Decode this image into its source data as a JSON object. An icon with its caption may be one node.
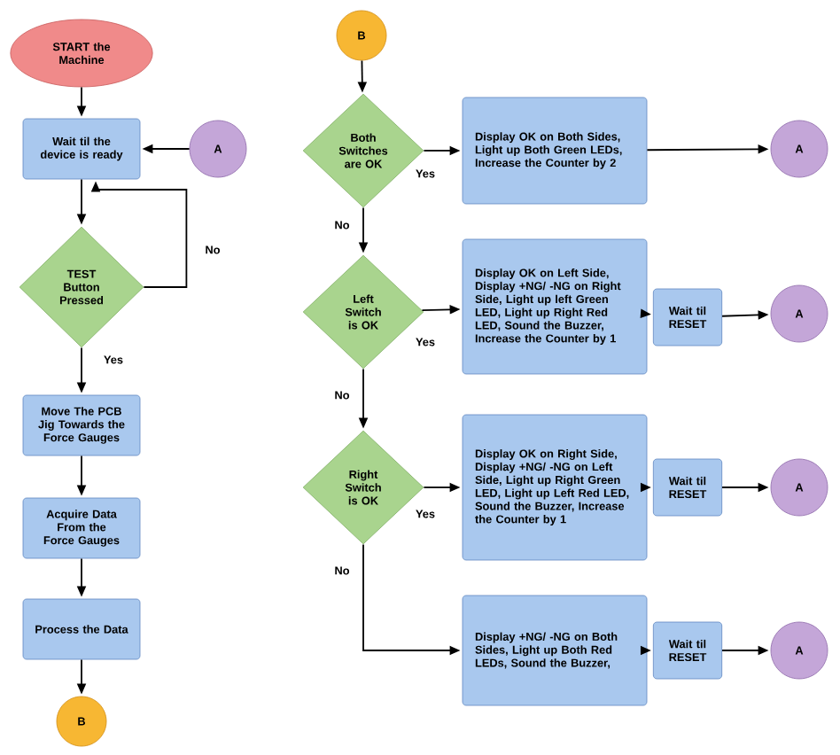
{
  "diagram": {
    "nodes": [
      {
        "text": [
          "START the Machine"
        ]
      },
      {
        "text": [
          "Wait til the device is ready"
        ]
      },
      {
        "text": [
          "A"
        ]
      },
      {
        "text": [
          "TEST Button Pressed"
        ]
      },
      {
        "text": [
          "Move The PCB Jig Towards the Force Gauges"
        ]
      },
      {
        "text": [
          "Acquire Data From the Force Gauges"
        ]
      },
      {
        "text": [
          "Process the Data"
        ]
      },
      {
        "text": [
          "B"
        ]
      },
      {
        "text": [
          "B"
        ]
      },
      {
        "text": [
          "Both Switches are OK"
        ]
      },
      {
        "text": [
          "Display OK on Both Sides, Light up Both Green LEDs, Increase the Counter by 2"
        ]
      },
      {
        "text": [
          "A"
        ]
      },
      {
        "text": [
          "Left Switch is OK"
        ]
      },
      {
        "text": [
          "Display OK on Left Side, Display +NG/ -NG on Right Side, Light up left Green LED, Light up Right Red LED, Sound the Buzzer, Increase the Counter by 1"
        ]
      },
      {
        "text": [
          "Wait til RESET"
        ]
      },
      {
        "text": [
          "A"
        ]
      },
      {
        "text": [
          "Right Switch is OK"
        ]
      },
      {
        "text": [
          "Display OK on Right Side, Display +NG/ -NG on Left Side, Light up Right Green LED, Light up Left Red LED, Sound the Buzzer, Increase the Counter by 1"
        ]
      },
      {
        "text": [
          "Wait til RESET"
        ]
      },
      {
        "text": [
          "A"
        ]
      },
      {
        "text": [
          "Display +NG/ -NG on Both Sides, Light up Both Red LEDs, Sound the Buzzer,"
        ]
      },
      {
        "text": [
          "Wait til RESET"
        ]
      },
      {
        "text": [
          "A"
        ]
      }
    ],
    "edges": [
      {
        "from": 0,
        "to": 1,
        "arrow": "to"
      },
      {
        "from": 2,
        "to": 1,
        "arrow": "to"
      },
      {
        "from": 1,
        "to": 3,
        "arrow": "to"
      },
      {
        "from": 3,
        "to": 1,
        "arrow": "to",
        "label": "No"
      },
      {
        "from": 3,
        "to": 4,
        "arrow": "to",
        "label": "Yes"
      },
      {
        "from": 4,
        "to": 5,
        "arrow": "to"
      },
      {
        "from": 5,
        "to": 6,
        "arrow": "to"
      },
      {
        "from": 6,
        "to": 7,
        "arrow": "to"
      },
      {
        "from": 8,
        "to": 9,
        "arrow": "to"
      },
      {
        "from": 9,
        "to": 10,
        "arrow": "to",
        "label": "Yes"
      },
      {
        "from": 10,
        "to": 11,
        "arrow": "to"
      },
      {
        "from": 9,
        "to": 12,
        "arrow": "to",
        "label": "No"
      },
      {
        "from": 12,
        "to": 13,
        "arrow": "to",
        "label": "Yes"
      },
      {
        "from": 13,
        "to": 14,
        "arrow": "to"
      },
      {
        "from": 14,
        "to": 15,
        "arrow": "to"
      },
      {
        "from": 12,
        "to": 16,
        "arrow": "to",
        "label": "No"
      },
      {
        "from": 16,
        "to": 17,
        "arrow": "to",
        "label": "Yes"
      },
      {
        "from": 17,
        "to": 18,
        "arrow": "to"
      },
      {
        "from": 18,
        "to": 19,
        "arrow": "to"
      },
      {
        "from": 16,
        "to": 20,
        "arrow": "to",
        "label": "No"
      },
      {
        "from": 20,
        "to": 21,
        "arrow": "to"
      },
      {
        "from": 21,
        "to": 22,
        "arrow": "to"
      }
    ]
  }
}
